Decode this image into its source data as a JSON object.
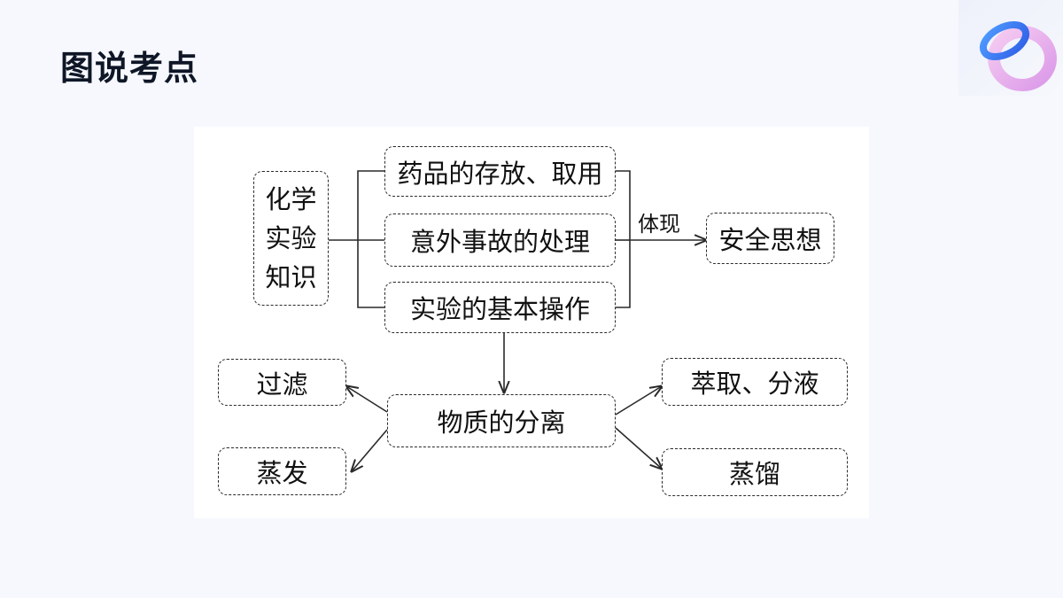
{
  "page": {
    "title": "图说考点"
  },
  "diagram": {
    "root": {
      "lines": [
        "化学",
        "实验",
        "知识"
      ]
    },
    "topics": [
      {
        "label": "药品的存放、取用"
      },
      {
        "label": "意外事故的处理"
      },
      {
        "label": "实验的基本操作"
      }
    ],
    "relation_label": "体现",
    "outcome": {
      "label": "安全思想"
    },
    "separation": {
      "label": "物质的分离"
    },
    "methods": [
      {
        "label": "过滤"
      },
      {
        "label": "蒸发"
      },
      {
        "label": "萃取、分液"
      },
      {
        "label": "蒸馏"
      }
    ]
  },
  "colors": {
    "title": "#0f1626",
    "line": "#2a2a2a",
    "background": "#f6f8fd"
  }
}
